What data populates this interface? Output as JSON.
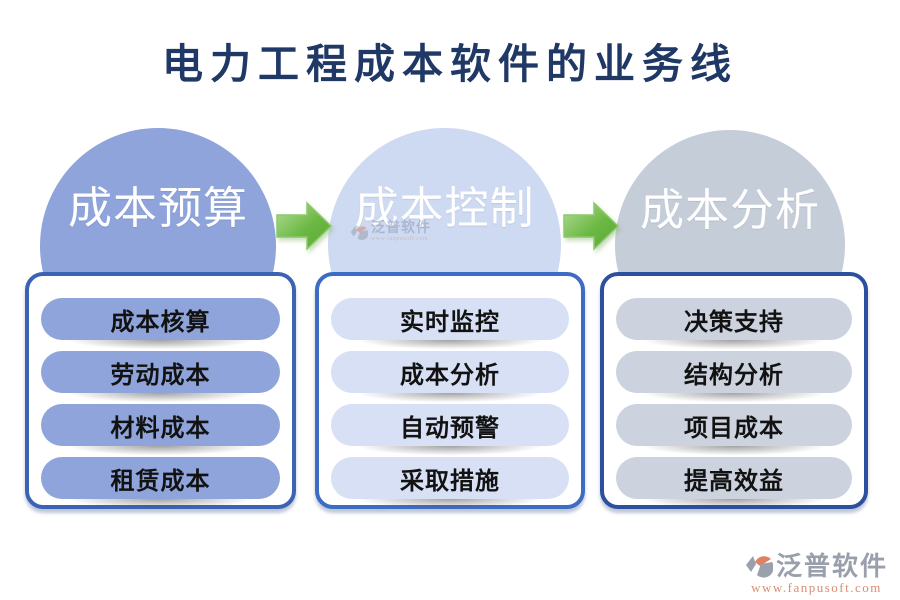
{
  "title": "电力工程成本软件的业务线",
  "columns": [
    {
      "header": "成本预算",
      "items": [
        "成本核算",
        "劳动成本",
        "材料成本",
        "租赁成本"
      ],
      "colors": {
        "circle": "#8EA4DB",
        "pill": "#8EA4DB",
        "border": "#3B63B4"
      }
    },
    {
      "header": "成本控制",
      "items": [
        "实时监控",
        "成本分析",
        "自动预警",
        "采取措施"
      ],
      "colors": {
        "circle": "#CED9F2",
        "pill": "#D7E0F4",
        "border": "#3E6CC2"
      }
    },
    {
      "header": "成本分析",
      "items": [
        "决策支持",
        "结构分析",
        "项目成本",
        "提高效益"
      ],
      "colors": {
        "circle": "#C5CDD9",
        "pill": "#CCD3DF",
        "border": "#2C4F9E"
      }
    }
  ],
  "arrow_color": "#6CB844",
  "watermark": {
    "name": "泛普软件",
    "url": "www.fanpusoft.com"
  },
  "logo": {
    "name": "泛普软件",
    "url": "www.fanpusoft.com"
  }
}
